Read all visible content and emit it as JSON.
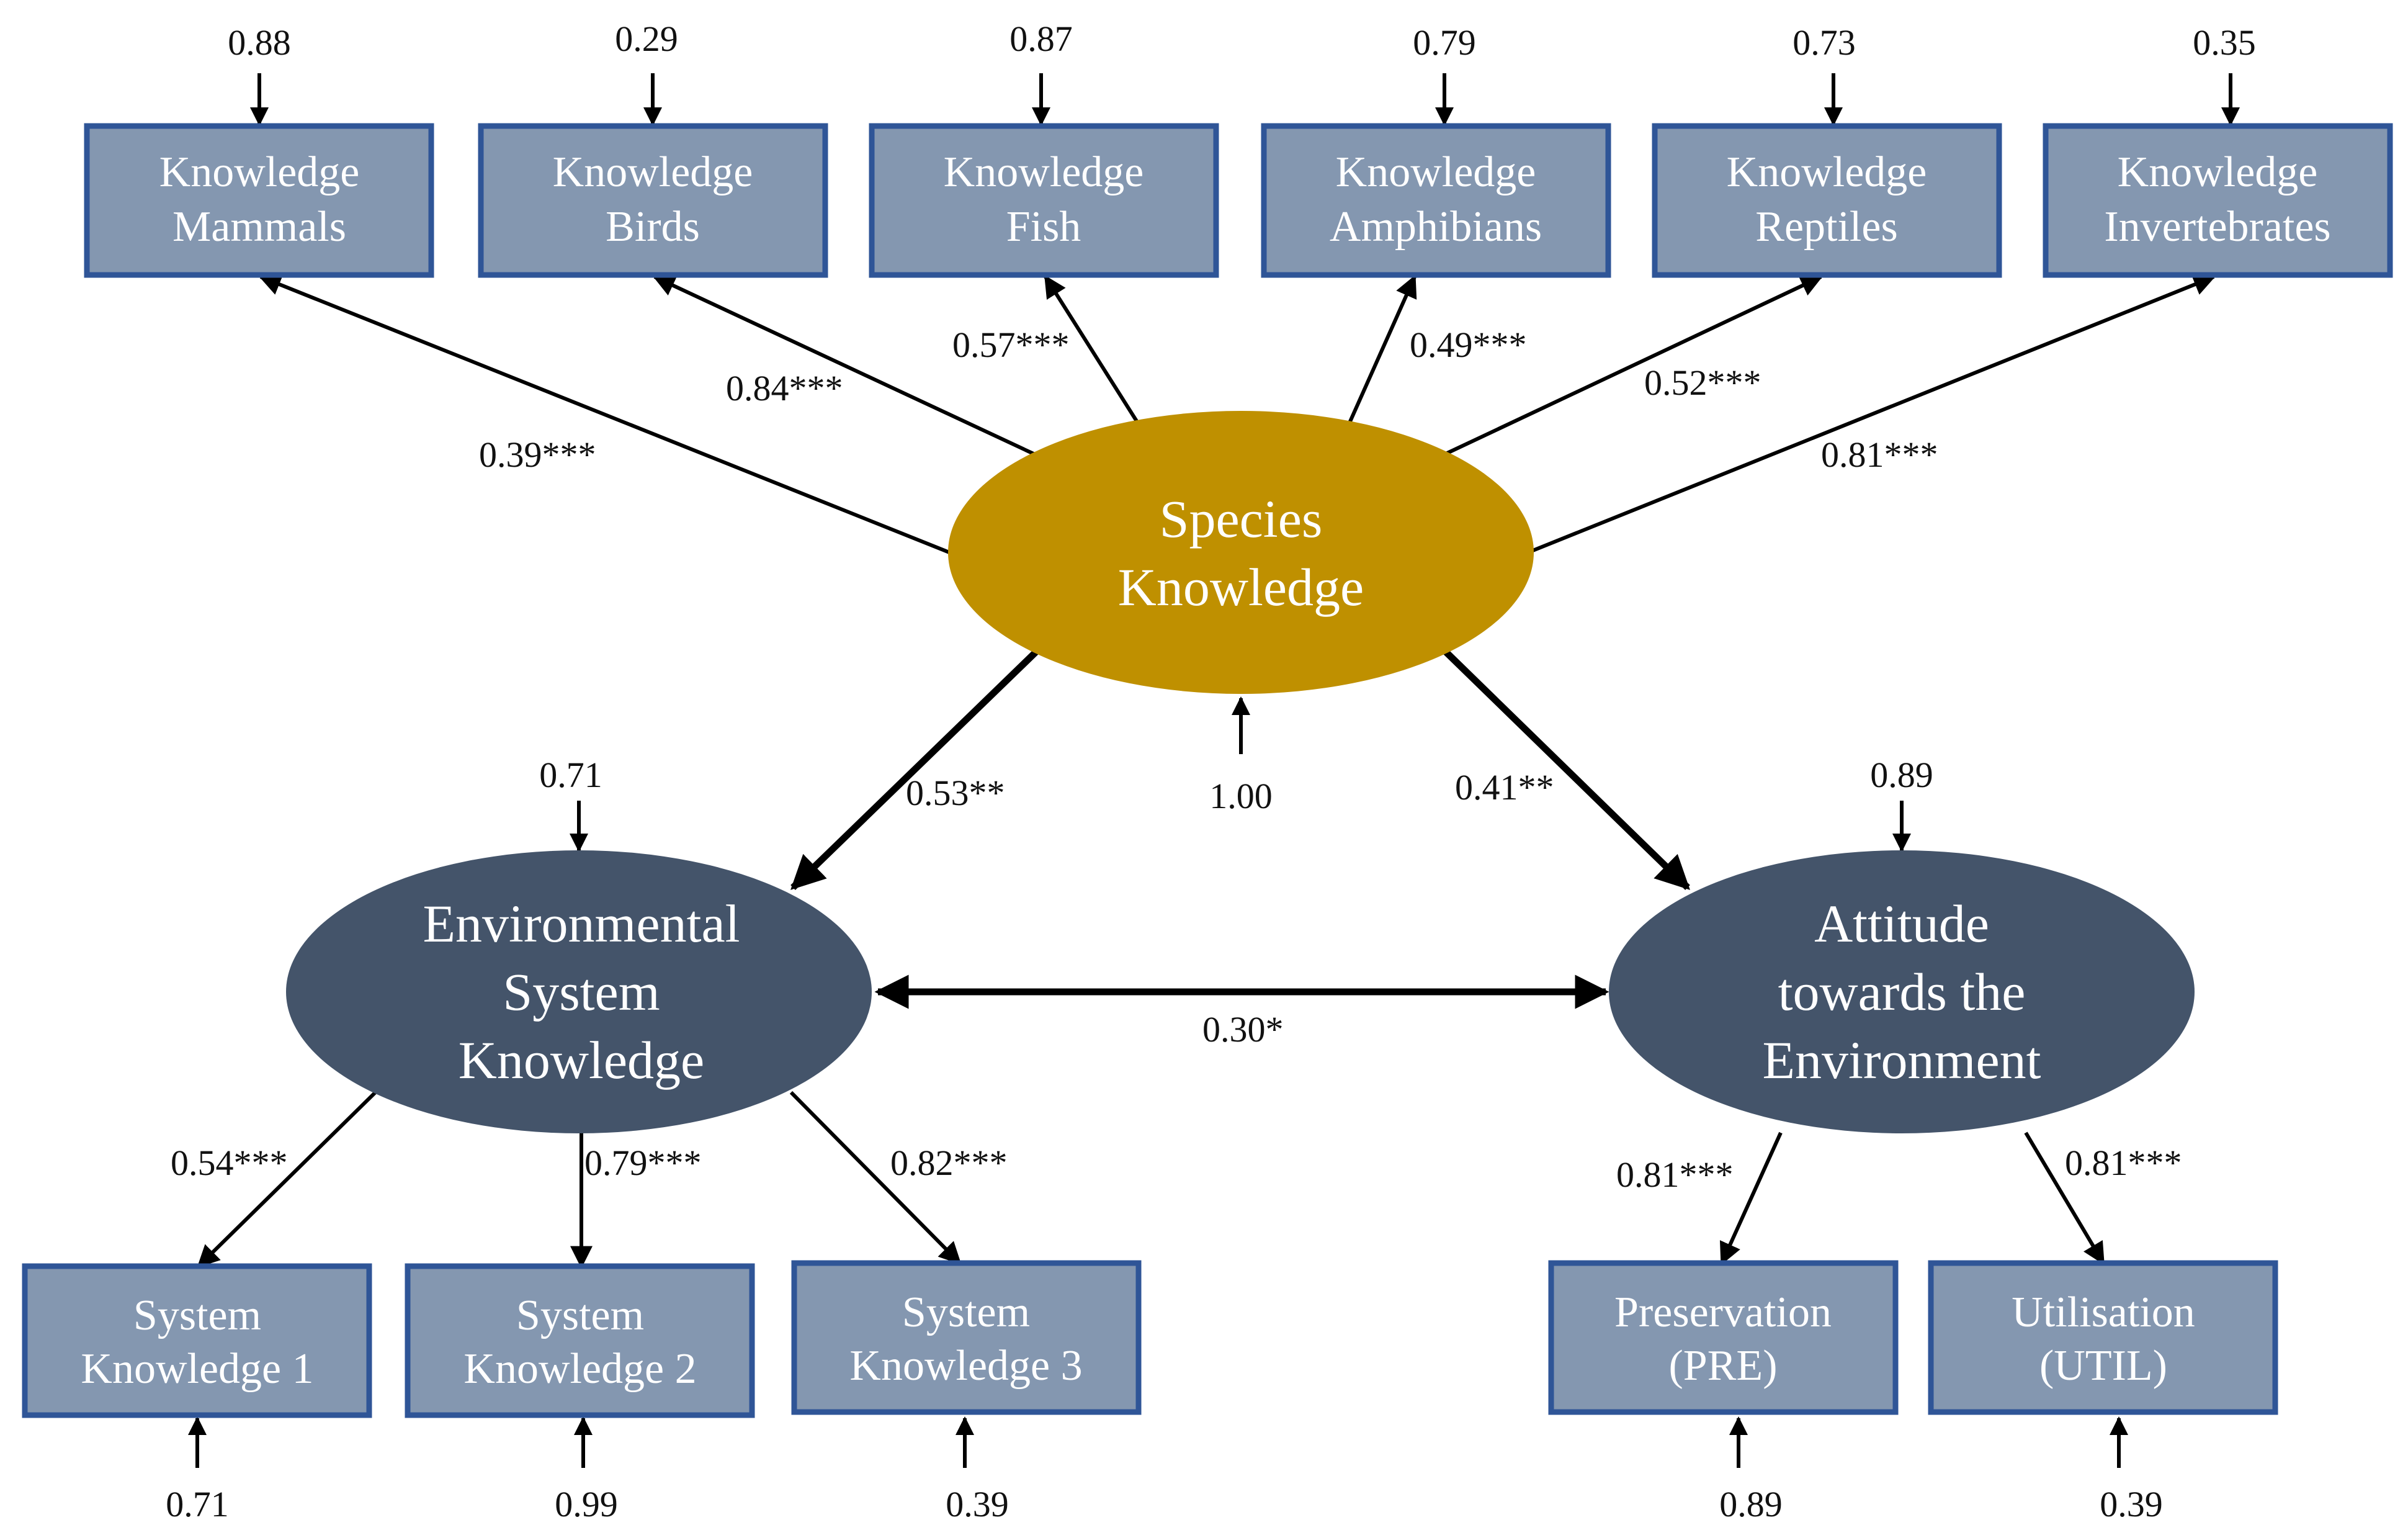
{
  "colors": {
    "indicator_fill": "#8497B0",
    "indicator_border": "#2F5597",
    "species_fill": "#BF9000",
    "latent_fill": "#44546A",
    "line": "#000000"
  },
  "latents": {
    "species": {
      "lines": [
        "Species",
        "Knowledge"
      ],
      "residual": "1.00"
    },
    "system": {
      "lines": [
        "Environmental",
        "System",
        "Knowledge"
      ],
      "residual": "0.71"
    },
    "attitude": {
      "lines": [
        "Attitude",
        "towards the",
        "Environment"
      ],
      "residual": "0.89"
    }
  },
  "top_indicators": [
    {
      "lines": [
        "Knowledge",
        "Mammals"
      ],
      "error": "0.88",
      "loading": "0.39***"
    },
    {
      "lines": [
        "Knowledge",
        "Birds"
      ],
      "error": "0.29",
      "loading": "0.84***"
    },
    {
      "lines": [
        "Knowledge",
        "Fish"
      ],
      "error": "0.87",
      "loading": "0.57***"
    },
    {
      "lines": [
        "Knowledge",
        "Amphibians"
      ],
      "error": "0.79",
      "loading": "0.49***"
    },
    {
      "lines": [
        "Knowledge",
        "Reptiles"
      ],
      "error": "0.73",
      "loading": "0.52***"
    },
    {
      "lines": [
        "Knowledge",
        "Invertebrates"
      ],
      "error": "0.35",
      "loading": "0.81***"
    }
  ],
  "system_indicators": [
    {
      "lines": [
        "System",
        "Knowledge 1"
      ],
      "error": "0.71",
      "loading": "0.54***"
    },
    {
      "lines": [
        "System",
        "Knowledge 2"
      ],
      "error": "0.99",
      "loading": "0.79***"
    },
    {
      "lines": [
        "System",
        "Knowledge 3"
      ],
      "error": "0.39",
      "loading": "0.82***"
    }
  ],
  "attitude_indicators": [
    {
      "lines": [
        "Preservation",
        "(PRE)"
      ],
      "error": "0.89",
      "loading": "0.81***"
    },
    {
      "lines": [
        "Utilisation",
        "(UTIL)"
      ],
      "error": "0.39",
      "loading": "0.81***"
    }
  ],
  "paths": {
    "species_to_system": "0.53**",
    "species_to_attitude": "0.41**",
    "system_attitude": "0.30*"
  }
}
